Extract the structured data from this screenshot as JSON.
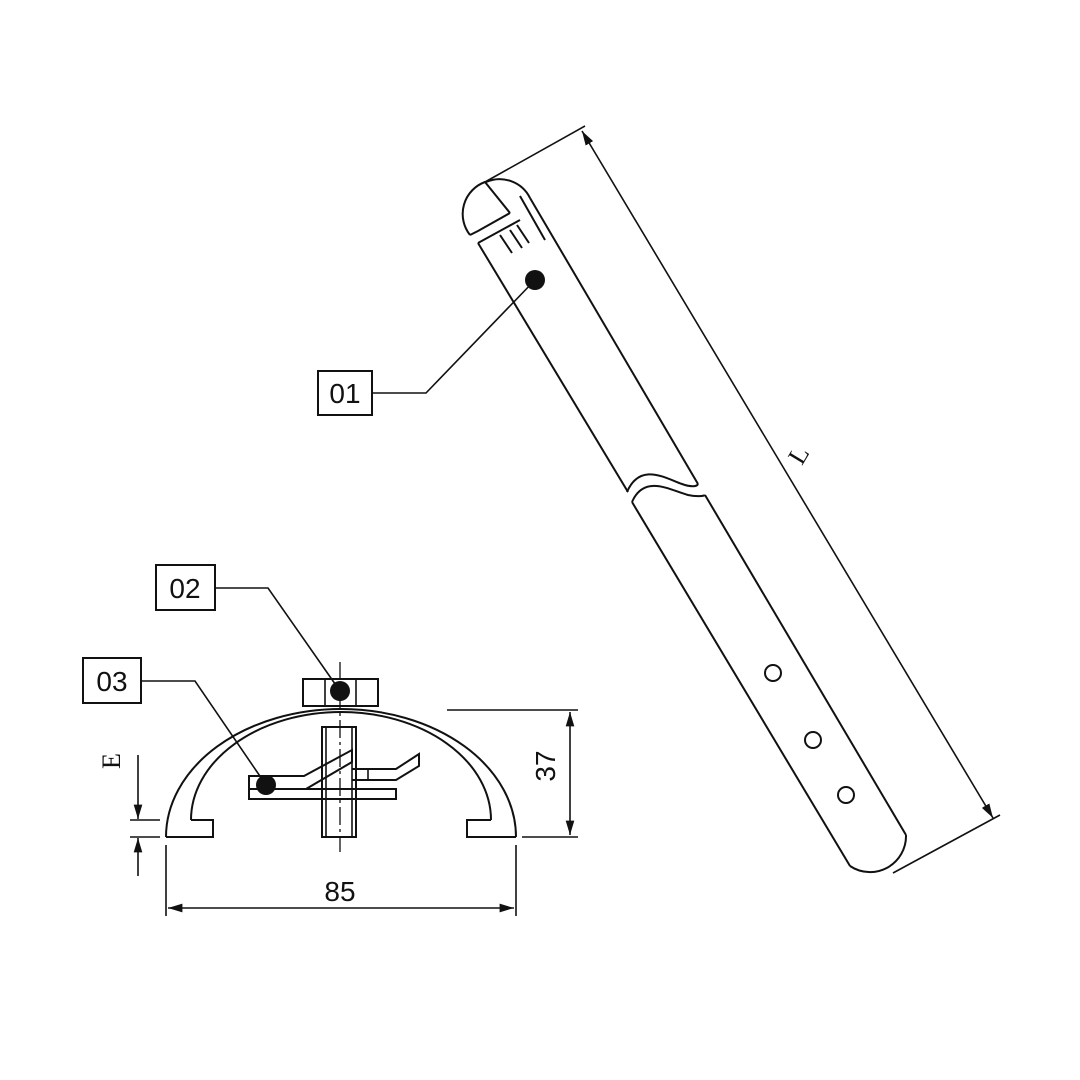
{
  "callouts": [
    {
      "id": "01",
      "label": "01",
      "target": "strap"
    },
    {
      "id": "02",
      "label": "02",
      "target": "nut"
    },
    {
      "id": "03",
      "label": "03",
      "target": "clip"
    }
  ],
  "dimensions": {
    "length_label": "L",
    "width_label": "85",
    "height_label": "37",
    "thickness_label": "E"
  },
  "colors": {
    "line": "#111111",
    "background": "#ffffff"
  }
}
